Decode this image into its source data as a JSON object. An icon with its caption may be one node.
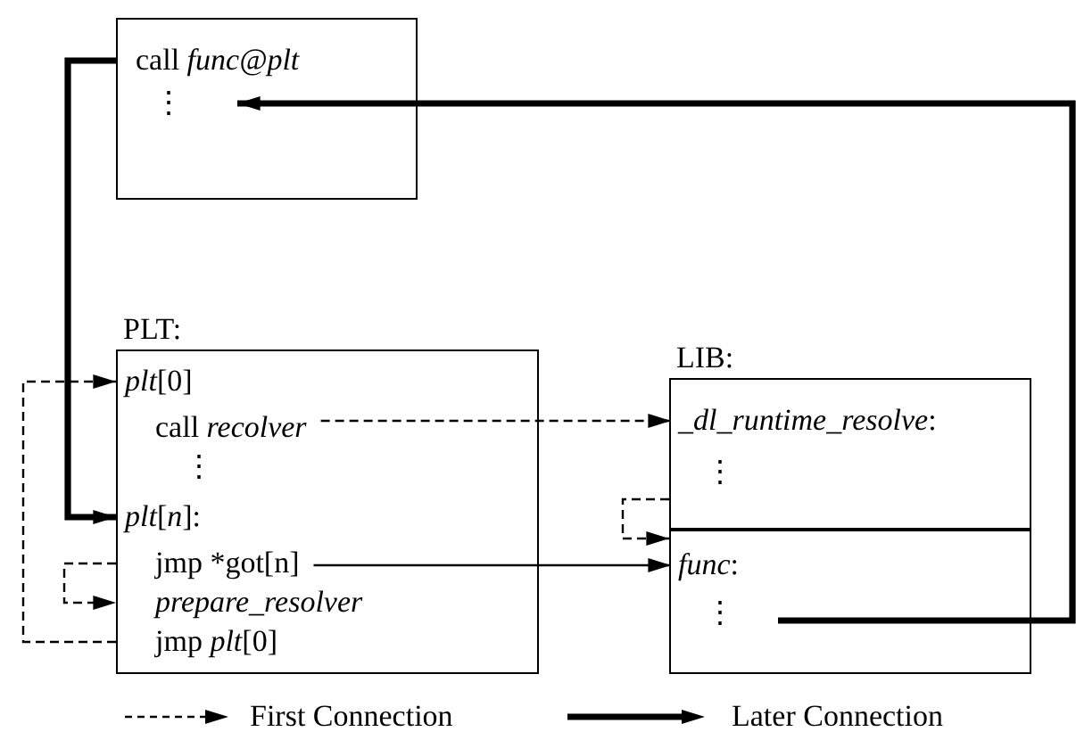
{
  "diagram": {
    "nodes": [
      {
        "text": [],
        "shape": "box"
      },
      {
        "text": [
          "call *func@plt*"
        ],
        "in": 0
      },
      {
        "text": [
          "⋮"
        ],
        "in": 0
      },
      {
        "text": [
          "PLT:"
        ]
      },
      {
        "text": [
          "*plt*[0]"
        ],
        "in": 3
      },
      {
        "text": [
          "call *recolver*"
        ],
        "in": 3
      },
      {
        "text": [
          "⋮"
        ],
        "in": 3
      },
      {
        "text": [
          "*plt*[*n*]:"
        ],
        "in": 3
      },
      {
        "text": [
          "jmp *got[n]"
        ],
        "in": 3
      },
      {
        "text": [
          "prepare_resolver"
        ],
        "in": 3
      },
      {
        "text": [
          "jmp *plt*[0]"
        ],
        "in": 3
      },
      {
        "text": [
          "LIB:"
        ]
      },
      {
        "text": [],
        "shape": "box",
        "in": 11
      },
      {
        "text": [
          "*_dl_runtime_resolve*:"
        ],
        "in": 12
      },
      {
        "text": [
          "⋮"
        ],
        "in": 12
      },
      {
        "text": [],
        "shape": "box",
        "in": 11
      },
      {
        "text": [
          "*func*:"
        ],
        "in": 15
      },
      {
        "text": [
          "⋮"
        ],
        "in": 15
      }
    ],
    "edges": [
      {
        "from": 1,
        "to": 7,
        "arrow": "to",
        "style": "thick"
      },
      {
        "from": 10,
        "to": 4,
        "arrow": "to",
        "style": "dashed"
      },
      {
        "from": 5,
        "to": 13,
        "arrow": "to",
        "style": "dashed"
      },
      {
        "from": 8,
        "to": 9,
        "arrow": "to",
        "style": "dashed"
      },
      {
        "from": 8,
        "to": 16,
        "arrow": "to"
      },
      {
        "from": 12,
        "to": 15,
        "arrow": "to",
        "style": "dashed"
      },
      {
        "from": 17,
        "to": 2,
        "arrow": "to",
        "style": "thick"
      }
    ],
    "legend": [
      {
        "text": "First Connection"
      },
      {
        "text": "Later Connection"
      }
    ]
  }
}
